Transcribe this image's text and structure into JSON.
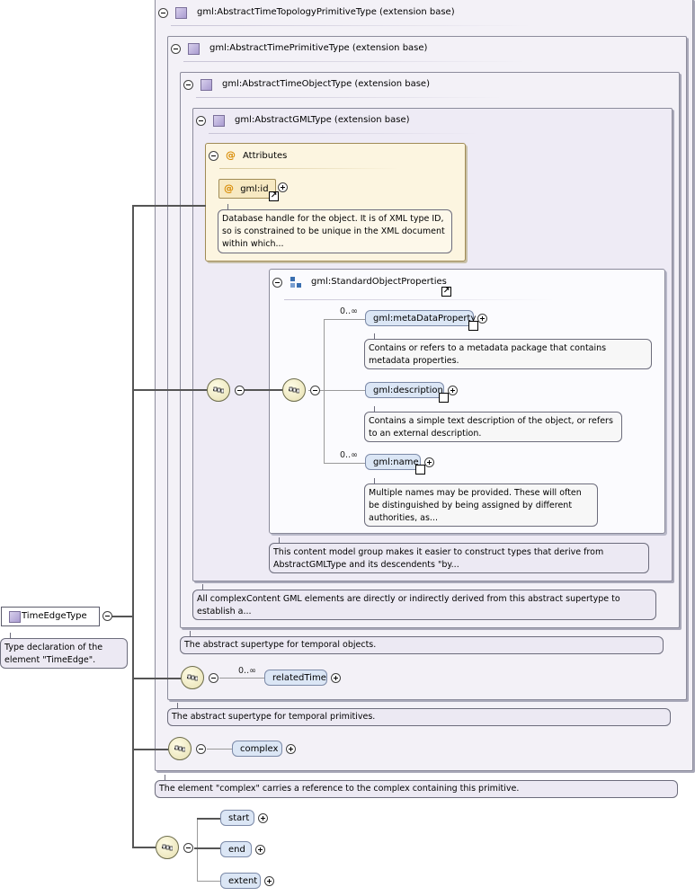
{
  "root": {
    "label": "TimeEdgeType",
    "doc": "Type declaration of the element \"TimeEdge\"."
  },
  "extensions": {
    "topology": "gml:AbstractTimeTopologyPrimitiveType (extension base)",
    "primitive": "gml:AbstractTimePrimitiveType (extension base)",
    "object": "gml:AbstractTimeObjectType (extension base)",
    "gml": "gml:AbstractGMLType (extension base)"
  },
  "attributes": {
    "title": "Attributes",
    "id_label": "gml:id",
    "id_doc": "Database handle for the object. It is of XML type ID, so is constrained to be unique in the XML document within which..."
  },
  "group": {
    "title": "gml:StandardObjectProperties",
    "doc": "This content model group makes it easier to construct types that derive from AbstractGMLType and its descendents \"by..."
  },
  "elements": {
    "metadata": {
      "label": "gml:metaDataProperty",
      "mult": "0..∞",
      "doc": "Contains or refers to a metadata package that contains metadata properties."
    },
    "description": {
      "label": "gml:description",
      "doc": "Contains a simple text description of the object, or refers to an external description."
    },
    "name": {
      "label": "gml:name",
      "mult": "0..∞",
      "doc": "Multiple names may be provided. These will often be distinguished by being assigned by different authorities, as..."
    },
    "relatedTime": {
      "label": "relatedTime",
      "mult": "0..∞"
    },
    "complex": {
      "label": "complex"
    },
    "start": {
      "label": "start"
    },
    "end": {
      "label": "end"
    },
    "extent": {
      "label": "extent"
    }
  },
  "docs": {
    "gml": "All complexContent GML elements are directly or indirectly derived from this abstract supertype to establish a...",
    "object": "The abstract supertype for temporal objects.",
    "primitive": "The abstract supertype for temporal primitives.",
    "complex": "The element \"complex\" carries a reference to the complex containing this primitive."
  }
}
